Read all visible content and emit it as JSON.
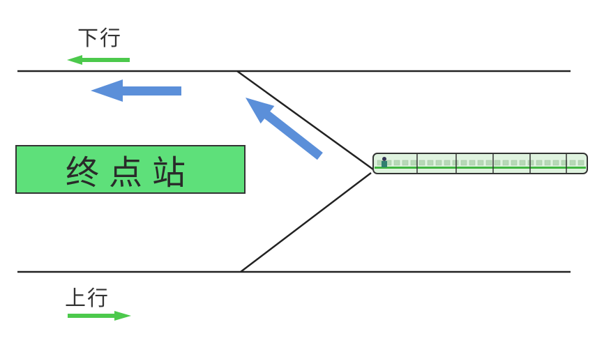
{
  "labels": {
    "down_direction": "下行",
    "up_direction": "上行",
    "terminal_station": "终点站"
  },
  "colors": {
    "track": "#222222",
    "direction_arrow": "#4cc94c",
    "movement_arrow": "#5b8fd9",
    "station_fill": "#5ee07a",
    "train_body": "#c9ebc9",
    "train_stripe": "#3fb53f"
  }
}
